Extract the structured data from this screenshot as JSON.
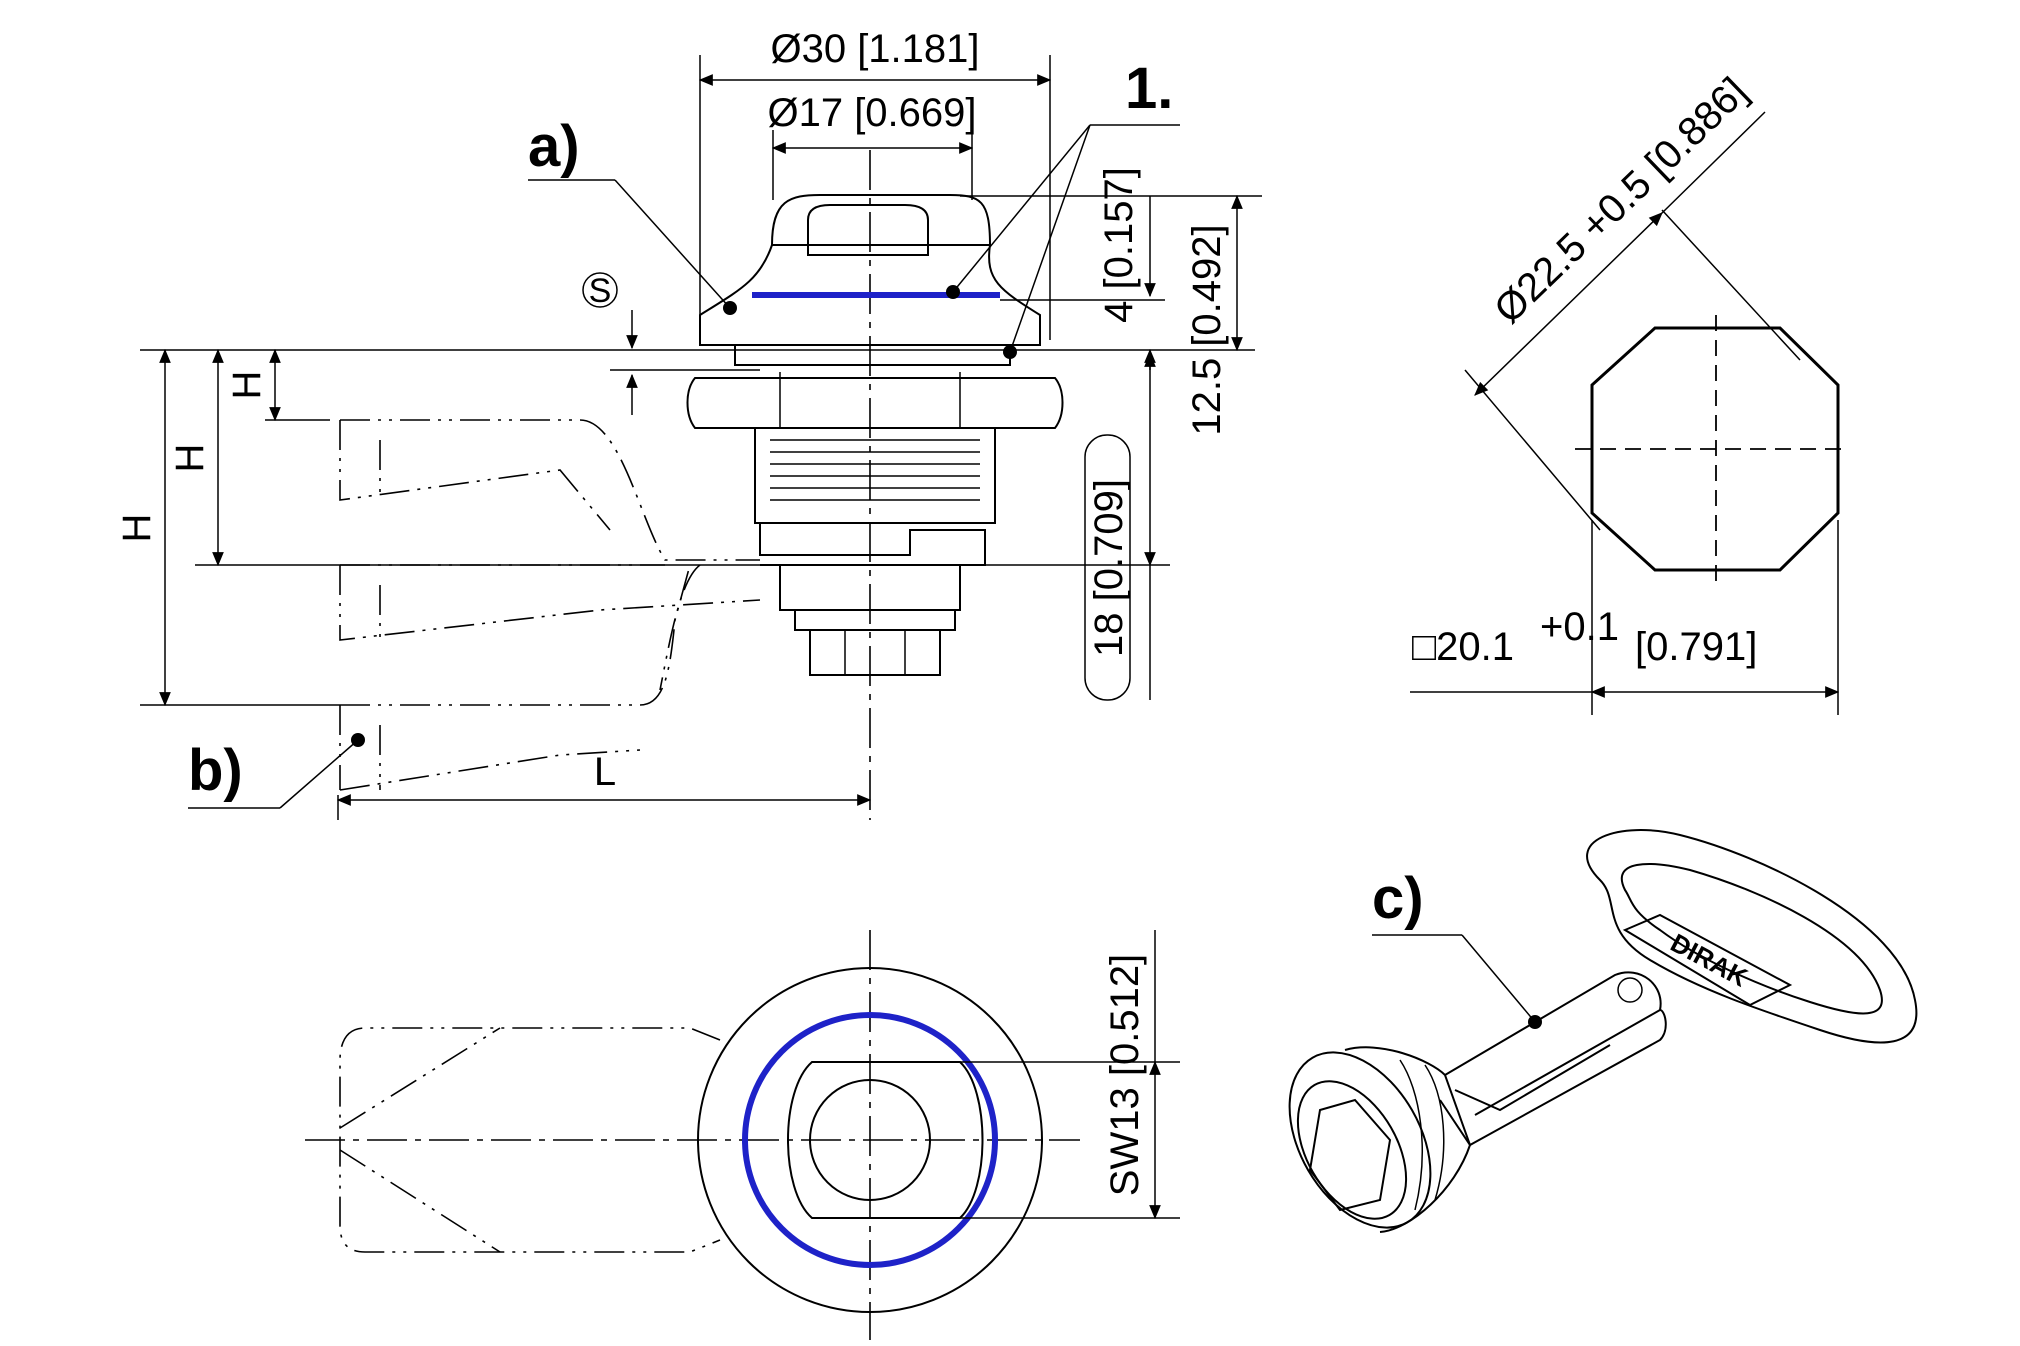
{
  "callouts": {
    "a": "a)",
    "b": "b)",
    "c": "c)",
    "one": "1."
  },
  "dimensions": {
    "dia30": "Ø30 [1.181]",
    "dia17": "Ø17 [0.669]",
    "dim4": "4 [0.157]",
    "dim12_5": "12.5 [0.492]",
    "dim18": "18 [0.709]",
    "H1": "H",
    "H2": "H",
    "H3": "H",
    "L": "L",
    "S": "S",
    "dia22_5": "Ø22.5 +0.5 [0.886]",
    "sq20_1_main": "□20.1",
    "sq20_1_tol": "+0.1",
    "sq20_1_inch": "[0.791]",
    "sw13": "SW13 [0.512]"
  },
  "key": {
    "brand": "DIRAK"
  },
  "colors": {
    "line": "#000000",
    "seal": "#1e22c8",
    "background": "#ffffff"
  }
}
